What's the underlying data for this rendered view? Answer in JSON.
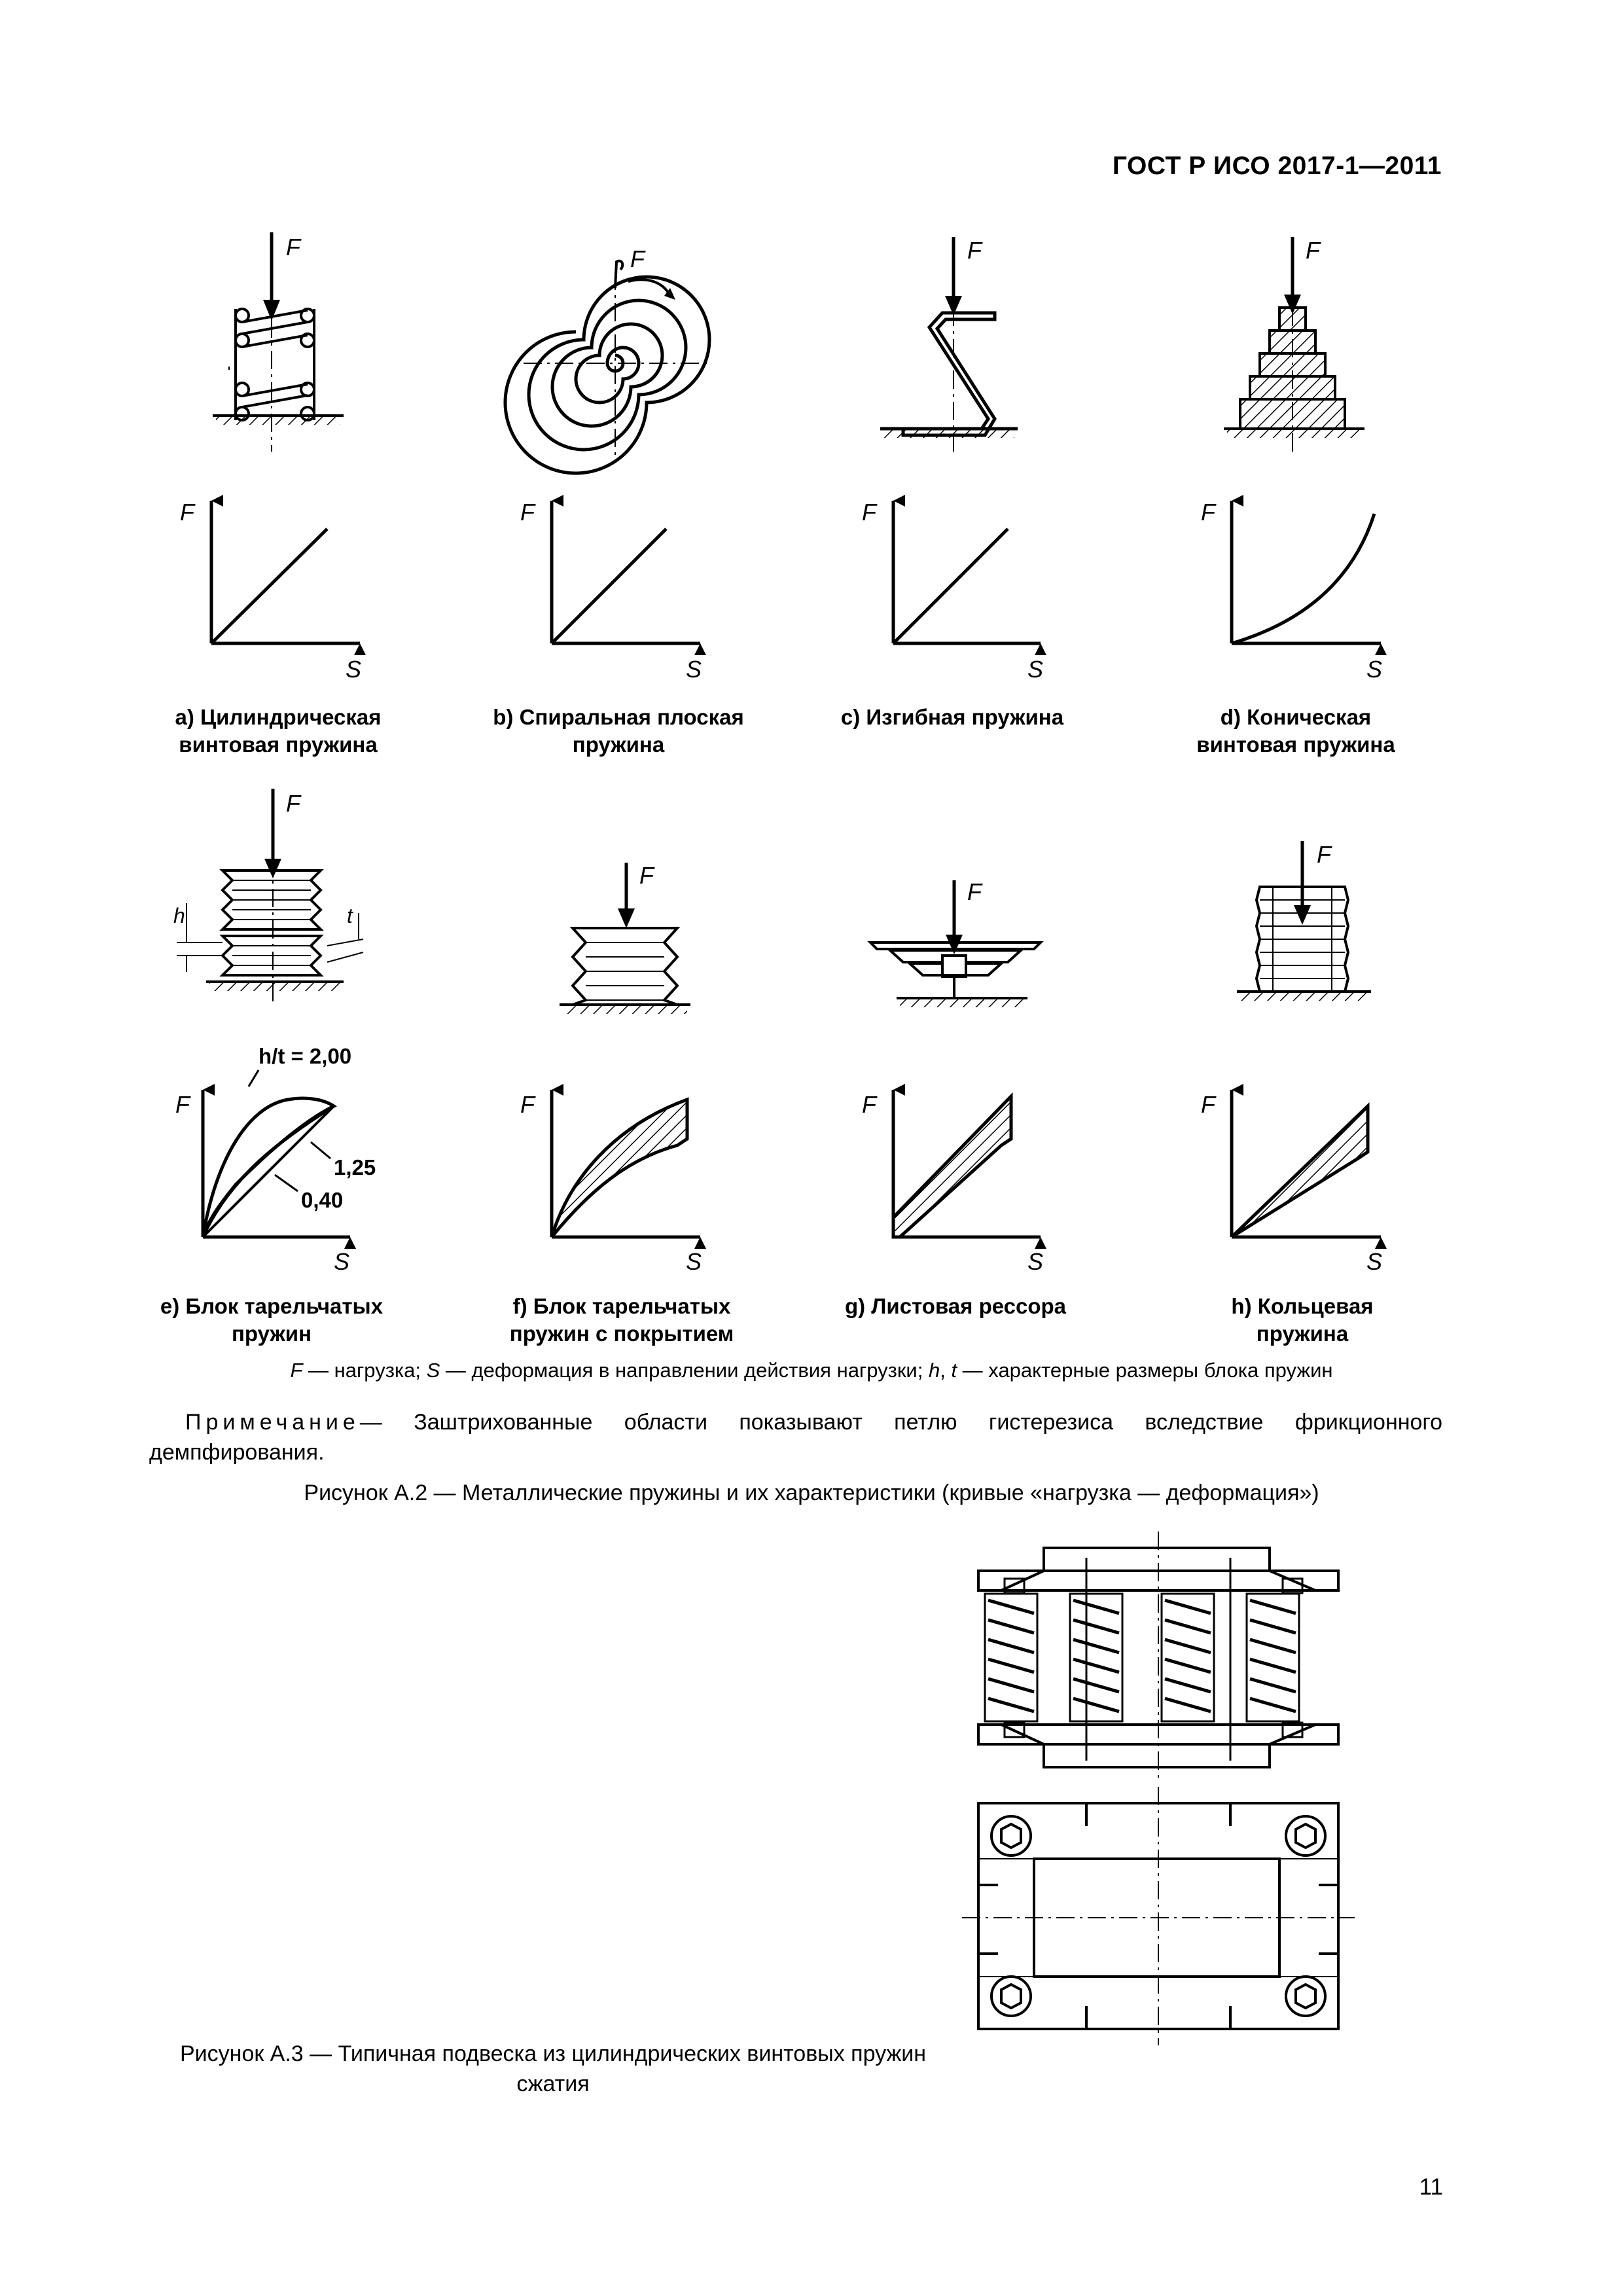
{
  "header": {
    "doc_id": "ГОСТ Р ИСО 2017-1—2011"
  },
  "symbols": {
    "force": "F",
    "deflection": "S",
    "h": "h",
    "t": "t"
  },
  "row1": [
    {
      "id": "a",
      "caption": "а) Цилиндрическая винтовая пружина",
      "curve": "linear"
    },
    {
      "id": "b",
      "caption": "b) Спиральная плоская пружина",
      "curve": "linear"
    },
    {
      "id": "c",
      "caption": "с) Изгибная пружина",
      "curve": "linear"
    },
    {
      "id": "d",
      "caption": "d) Коническая винтовая пружина",
      "curve": "progressive"
    }
  ],
  "row2": [
    {
      "id": "e",
      "caption": "е) Блок тарельчатых пружин",
      "curve": "family",
      "labels": {
        "ratio": "h/t = 2,00",
        "mid": "1,25",
        "low": "0,40"
      }
    },
    {
      "id": "f",
      "caption": "f) Блок тарельчатых пружин с покрытием",
      "curve": "hysteresis"
    },
    {
      "id": "g",
      "caption": "g) Листовая рессора",
      "curve": "hysteresis"
    },
    {
      "id": "h",
      "caption": "h) Кольцевая пружина",
      "curve": "hysteresis"
    }
  ],
  "legend": {
    "f_sym": "F",
    "f_text": " — нагрузка; ",
    "s_sym": "S",
    "s_text": " — деформация в направлении действия нагрузки; ",
    "h_sym": "h",
    "comma": ", ",
    "t_sym": "t",
    "ht_text": " — характерные размеры блока пружин"
  },
  "note": {
    "prefix": "Примечание",
    "text": "— Заштрихованные области показывают петлю гистерезиса вследствие фрикционного демпфирования."
  },
  "figure_a2": "Рисунок А.2 — Металлические пружины и их характеристики (кривые «нагрузка — деформация»)",
  "figure_a3": "Рисунок А.3 — Типичная подвеска из цилиндрических винтовых пружин сжатия",
  "page_number": "11"
}
